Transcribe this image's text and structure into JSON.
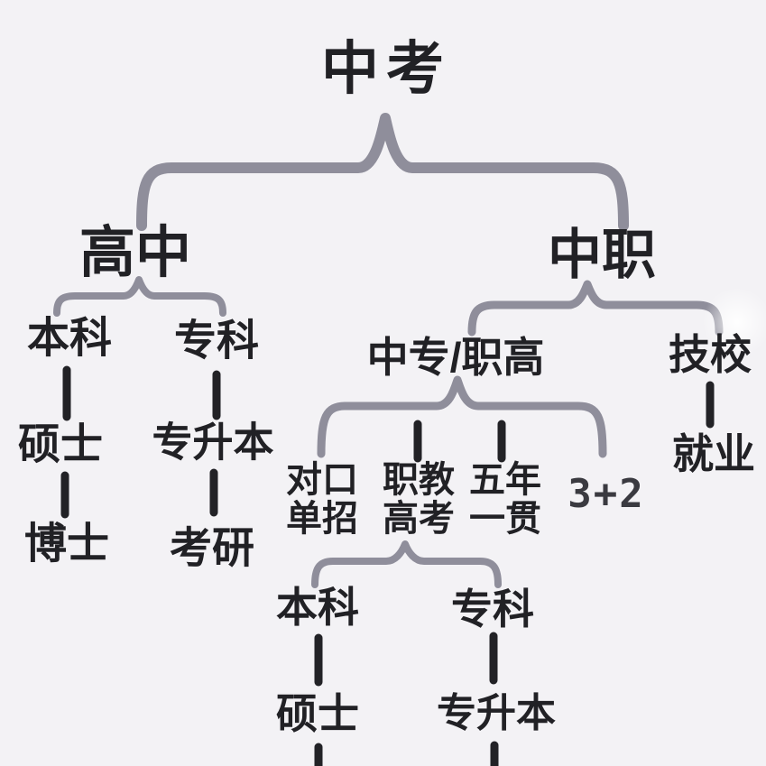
{
  "palette": {
    "background": "#f3f2f5",
    "text": "#212125",
    "brace": "#8f8e9b",
    "plus_text": "#3a3a40"
  },
  "nodes": {
    "zhongkao": "中考",
    "gaozhong": "高中",
    "zhongzhi": "中职",
    "gz_benke": "本科",
    "gz_zhuanke": "专科",
    "gz_shuoshi": "硕士",
    "gz_zhuanshengben": "专升本",
    "gz_boshi": "博士",
    "gz_kaoyan": "考研",
    "zhongzhuan_zhigao": "中专/职高",
    "jixiao": "技校",
    "jiuye": "就业",
    "duikou_danzhao": {
      "line1": "对口",
      "line2": "单招"
    },
    "zhijiao_gaokao": {
      "line1": "职教",
      "line2": "高考"
    },
    "wunian_yiguan": {
      "line1": "五年",
      "line2": "一贯"
    },
    "three_plus_two": "3+2",
    "zz_benke": "本科",
    "zz_zhuanke": "专科",
    "zz_shuoshi": "硕士",
    "zz_zhuanshengben": "专升本"
  }
}
